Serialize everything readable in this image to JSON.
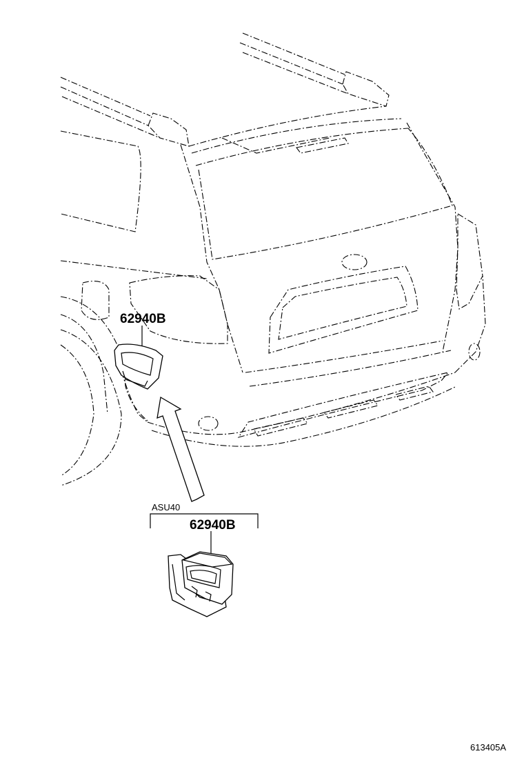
{
  "labels": {
    "part_upper": "62940B",
    "variant": "ASU40",
    "part_lower": "62940B",
    "diagram_id": "613405A"
  },
  "colors": {
    "line": "#000000",
    "background": "#ffffff"
  }
}
